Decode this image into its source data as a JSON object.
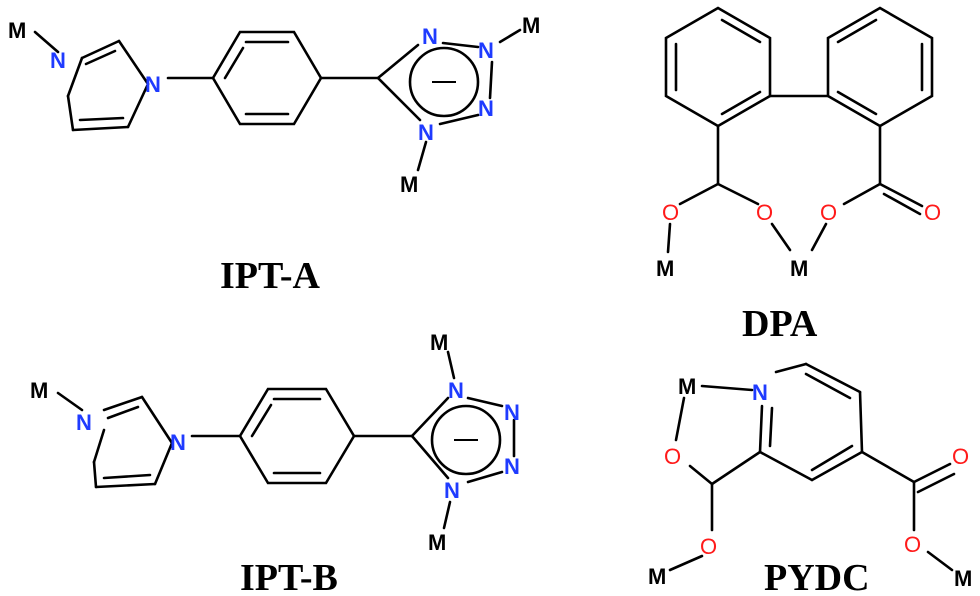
{
  "atoms": {
    "metal": "M",
    "nitrogen": "N",
    "oxygen": "O"
  },
  "labels": {
    "ipt_a": "IPT-A",
    "ipt_b": "IPT-B",
    "dpa": "DPA",
    "pydc": "PYDC"
  },
  "colors": {
    "nitrogen": "#1f3bff",
    "oxygen": "#ff1a1a",
    "bond": "#000000"
  }
}
